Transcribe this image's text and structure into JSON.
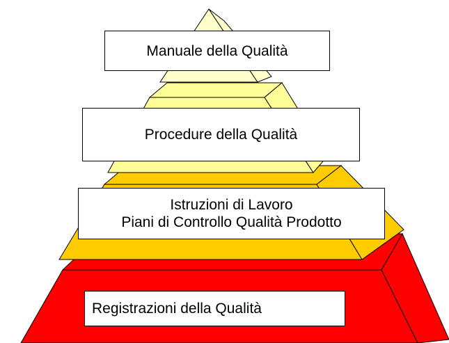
{
  "diagram": {
    "levels": [
      {
        "id": "manual",
        "lines": [
          "Manuale della Qualità"
        ],
        "color": "#ffffcc"
      },
      {
        "id": "procedures",
        "lines": [
          "Procedure della Qualità"
        ],
        "color": "#ffff99"
      },
      {
        "id": "instructions",
        "lines": [
          "Istruzioni di Lavoro",
          "Piani di Controllo Qualità Prodotto"
        ],
        "color": "#ffcc00"
      },
      {
        "id": "records",
        "lines": [
          "Registrazioni della Qualità"
        ],
        "color": "#ff0000"
      }
    ]
  }
}
